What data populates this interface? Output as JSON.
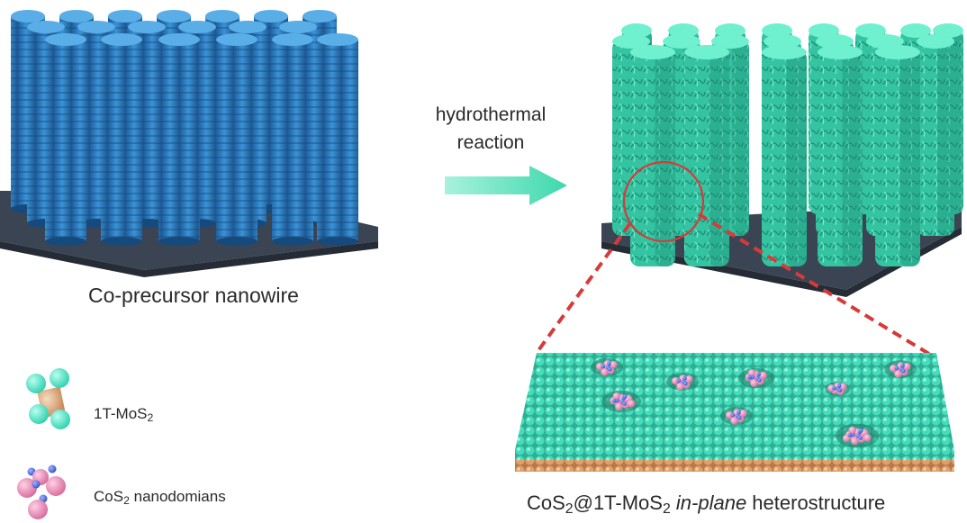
{
  "left_caption": "Co-precursor nanowire",
  "arrow_label": {
    "line1": "hydrothermal",
    "line2": "reaction"
  },
  "legend": [
    {
      "label_main": "1T-MoS",
      "label_sub": "2"
    },
    {
      "label_main": "CoS",
      "label_sub": "2",
      "label_tail": " nanodomians"
    }
  ],
  "right_caption": {
    "part1": "CoS",
    "sub1": "2",
    "part2": "@1T-MoS",
    "sub2": "2",
    "italic": "in-plane",
    "part3": " heterostructure"
  },
  "colors": {
    "nanowire_blue": "#2f86c9",
    "nanowire_teal": "#3fcfad",
    "substrate": "#3a4250",
    "mos2_sphere": "#40e0c0",
    "mos2_core": "#d9a77c",
    "cos2_pink": "#e07aa8",
    "cos2_blue": "#3f5fd6",
    "bottom_layer": "#e0a06a",
    "zoom_line": "#d83a3a",
    "arrow": "#4fe0b6"
  }
}
